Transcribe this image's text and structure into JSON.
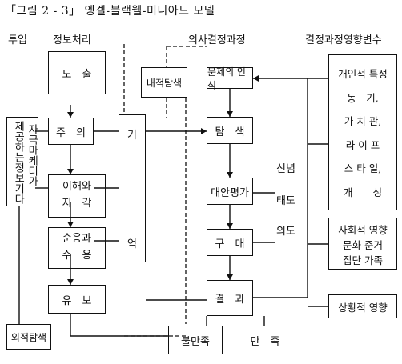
{
  "title": "「그림 2 - 3」 엥겔-블랙웰-미니아드 모델",
  "headers": {
    "input": "투입",
    "info_processing": "정보처리",
    "decision_process": "의사결정과정",
    "variables": "결정과정영향변수"
  },
  "info": {
    "exposure": "노　출",
    "attention": "주　의",
    "comprehension": [
      "이해와",
      "지　각"
    ],
    "acceptance": [
      "순응과",
      "수　용"
    ],
    "retention": "유　보",
    "memory_top": "기",
    "memory_bottom": "억"
  },
  "input_box": {
    "col1": "자극마케터가",
    "col2": "제공하는정보기타"
  },
  "external_search": "외적탐색",
  "internal_search": "내적탐색",
  "decision": {
    "problem": "문제의 인식",
    "search": "탐　색",
    "evaluation": "대안평가",
    "purchase": "구　매",
    "outcome": "결　과",
    "dissatisfied": "불만족",
    "satisfied": "만　족"
  },
  "beliefs": {
    "belief": "신념",
    "attitude": "태도",
    "intention": "의도"
  },
  "variables": {
    "personal": [
      "개인적 특성",
      "동　기,",
      "가 치 관,",
      "라 이 프",
      "스 타 일,",
      "개　　성"
    ],
    "social": [
      "사회적 영향",
      "문화 준거",
      "집단 가족"
    ],
    "situational": "상황적 영향"
  }
}
